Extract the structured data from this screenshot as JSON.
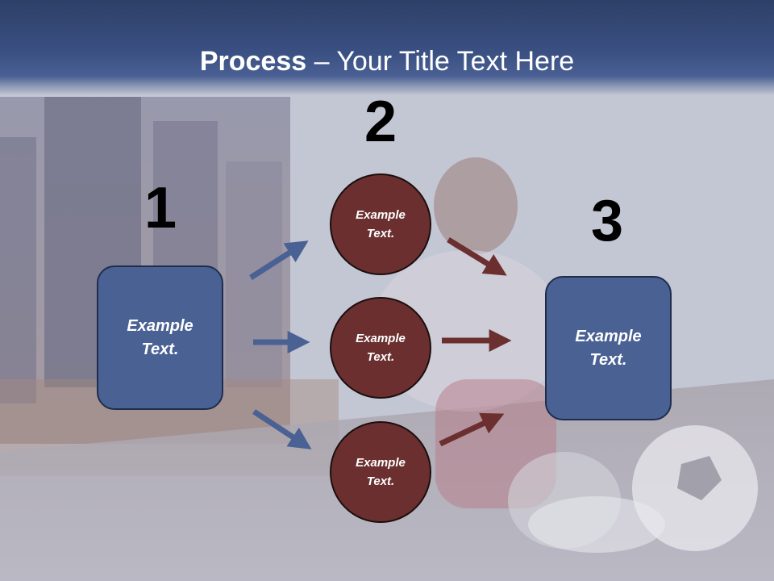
{
  "slide": {
    "title_bold": "Process",
    "title_rest": " – Your Title Text Here"
  },
  "steps": {
    "n1": "1",
    "n2": "2",
    "n3": "3"
  },
  "left_box": {
    "text1": "Example",
    "text2": "Text."
  },
  "right_box": {
    "text1": "Example",
    "text2": "Text."
  },
  "circles": [
    {
      "text1": "Example",
      "text2": "Text."
    },
    {
      "text1": "Example",
      "text2": "Text."
    },
    {
      "text1": "Example",
      "text2": "Text."
    }
  ],
  "colors": {
    "header": "#3a5082",
    "box_fill": "#4a6194",
    "circle_fill": "#6b2f2f",
    "arrow_blue": "#4a6194",
    "arrow_red": "#6b2f2f"
  }
}
